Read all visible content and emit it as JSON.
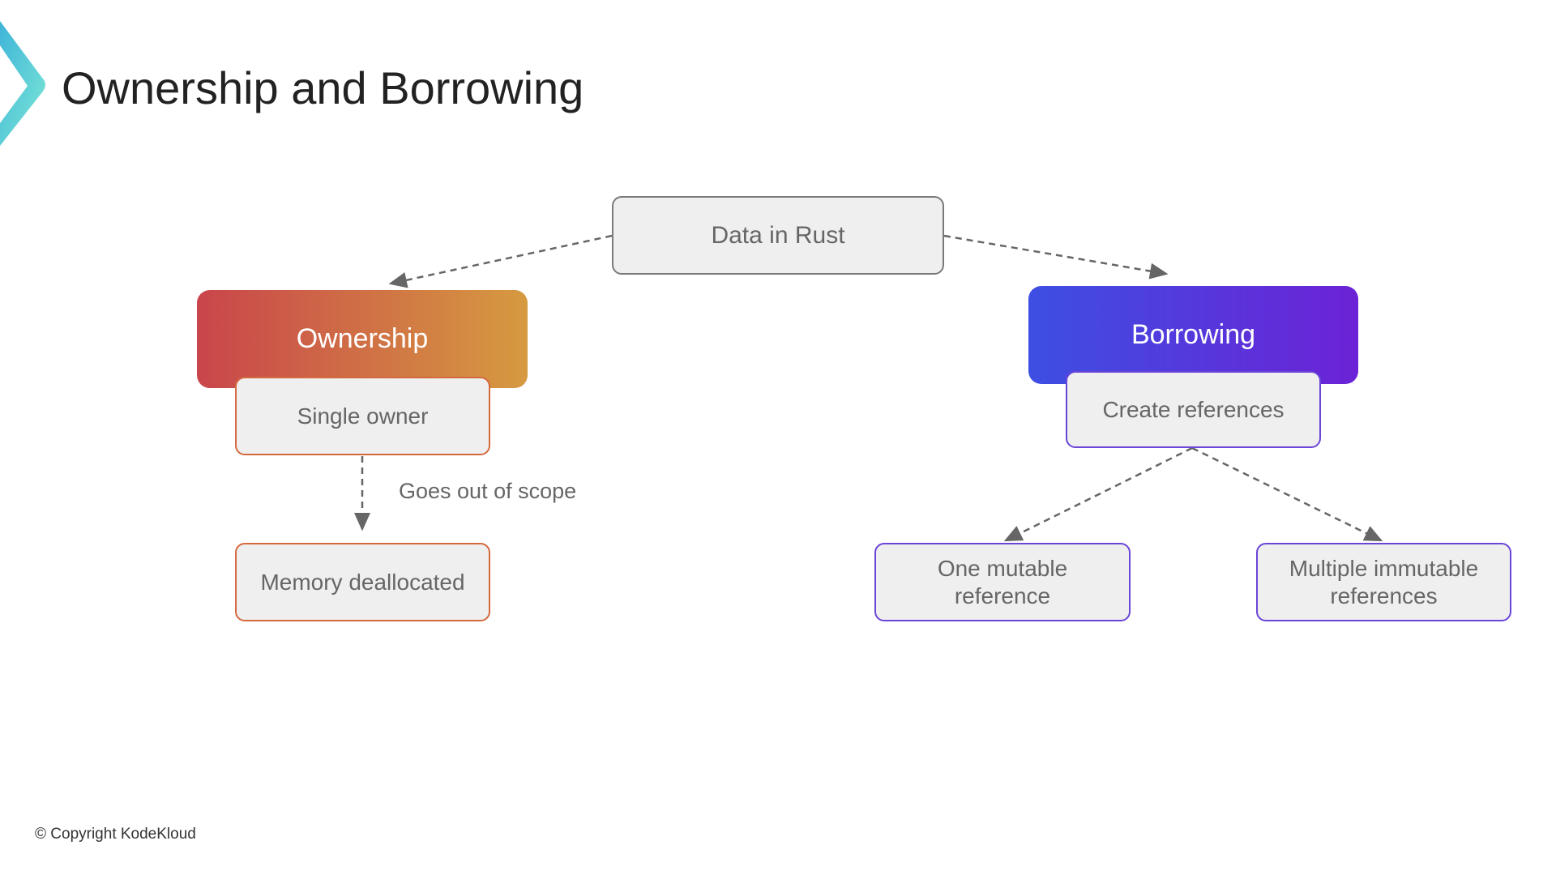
{
  "title": "Ownership and Borrowing",
  "nodes": {
    "root": "Data in Rust",
    "ownership": "Ownership",
    "single_owner": "Single owner",
    "memory_deallocated": "Memory deallocated",
    "borrowing": "Borrowing",
    "create_references": "Create references",
    "one_mutable": "One mutable reference",
    "multiple_immutable": "Multiple immutable references"
  },
  "edge_labels": {
    "out_of_scope": "Goes out of scope"
  },
  "footer": "© Copyright KodeKloud",
  "colors": {
    "ownership_start": "#c9454b",
    "ownership_end": "#d69a40",
    "borrowing_start": "#3d4fe2",
    "borrowing_end": "#6c22d6",
    "logo_start": "#3fb4d8",
    "logo_end": "#7de8d6"
  }
}
